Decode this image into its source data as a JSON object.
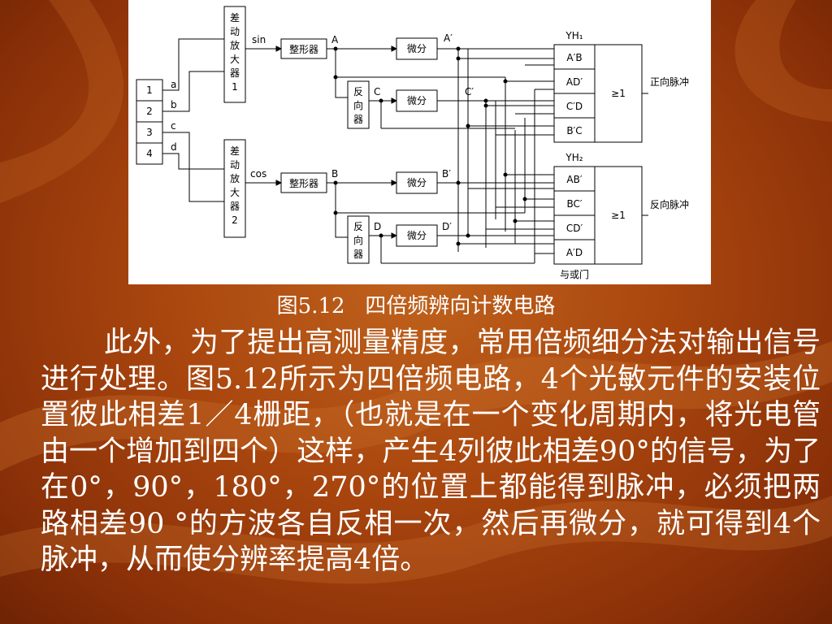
{
  "diagram": {
    "inputs": [
      "1",
      "2",
      "3",
      "4"
    ],
    "input_lines": [
      "a",
      "b",
      "c",
      "d"
    ],
    "amp1": {
      "label": "差\n动\n放\n大\n器\n1",
      "output": "sin"
    },
    "amp2": {
      "label": "差\n动\n放\n大\n器\n2",
      "output": "cos"
    },
    "shaper": "整形器",
    "inverter": "反\n向\n器",
    "differentiator": "微分",
    "nodes": {
      "A": "A",
      "A_prime": "A′",
      "B": "B",
      "B_prime": "B′",
      "C": "C",
      "C_prime": "C′",
      "D": "D",
      "D_prime": "D′"
    },
    "yh1": {
      "title": "YH₁",
      "gates": [
        "A′B",
        "AD′",
        "C′D",
        "B′C"
      ],
      "or": "≥1",
      "output": "正向脉冲"
    },
    "yh2": {
      "title": "YH₂",
      "gates": [
        "AB′",
        "BC′",
        "CD′",
        "A′D"
      ],
      "or": "≥1",
      "output": "反向脉冲"
    },
    "gate_caption": "与或门"
  },
  "caption": "图5.12   四倍频辨向计数电路",
  "paragraph": "此外，为了提出高测量精度，常用倍频细分法对输出信号进行处理。图5.12所示为四倍频电路，4个光敏元件的安装位置彼此相差1／4栅距，（也就是在一个变化周期内，将光电管由一个增加到四个）这样，产生4列彼此相差90°的信号，为了在0°，90°，180°，270°的位置上都能得到脉冲，必须把两路相差90 °的方波各自反相一次，然后再微分，就可得到4个脉冲，从而使分辨率提高4倍。",
  "colors": {
    "background": "#a8450e",
    "text": "#ffffff",
    "figure_bg": "#ffffff",
    "line": "#000000"
  }
}
